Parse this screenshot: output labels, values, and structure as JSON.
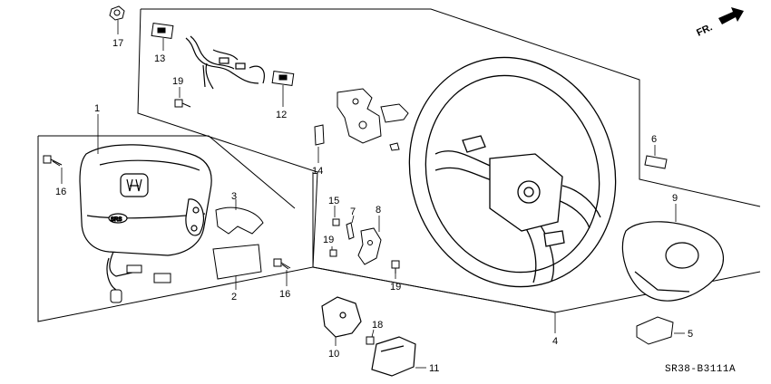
{
  "diagram": {
    "direction_label": "FR.",
    "diagram_code": "SR38-B3111A",
    "callouts": {
      "c1": "1",
      "c2": "2",
      "c3": "3",
      "c4": "4",
      "c5": "5",
      "c6": "6",
      "c7": "7",
      "c8": "8",
      "c9": "9",
      "c10": "10",
      "c11": "11",
      "c12": "12",
      "c13": "13",
      "c14": "14",
      "c15": "15",
      "c16a": "16",
      "c16b": "16",
      "c17": "17",
      "c18": "18",
      "c19a": "19",
      "c19b": "19",
      "c19c": "19"
    },
    "emblem_text": "SRS"
  }
}
